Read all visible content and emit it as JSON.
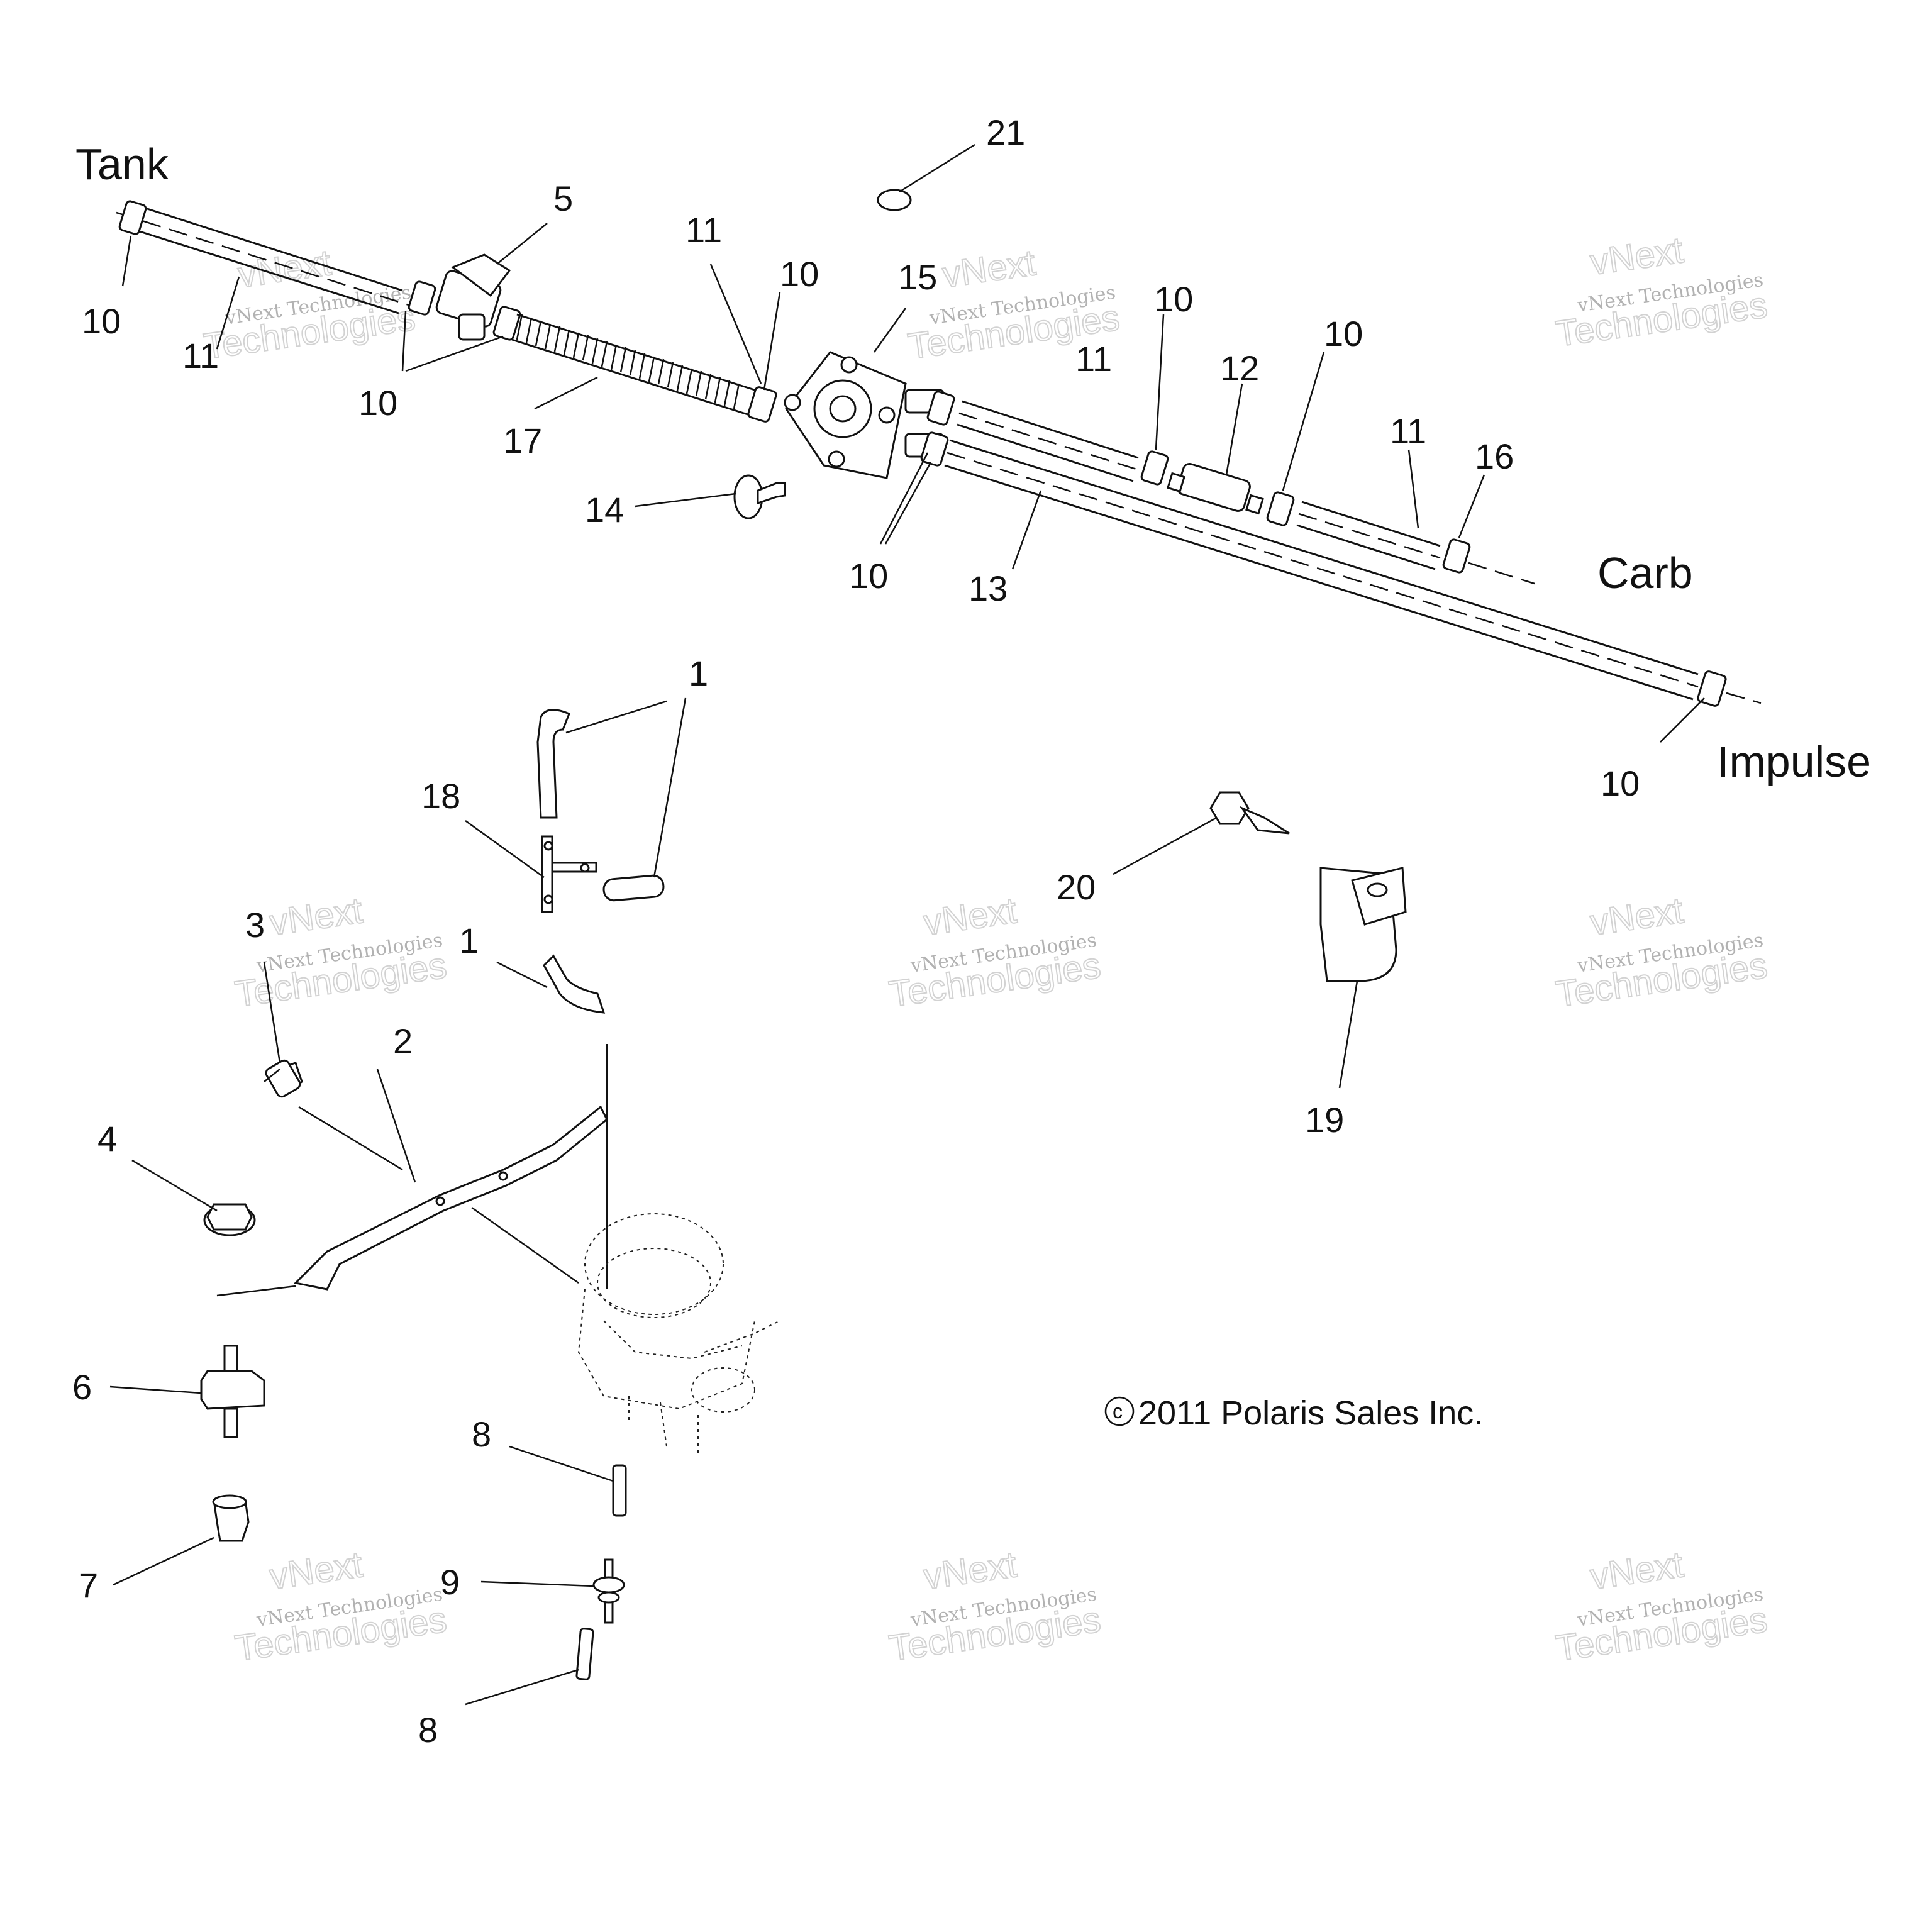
{
  "labels": {
    "tank": "Tank",
    "carb": "Carb",
    "impulse": "Impulse",
    "copyright": "2011 Polaris Sales Inc.",
    "copyright_symbol": "c"
  },
  "callouts": {
    "n21": "21",
    "n5": "5",
    "n11_a": "11",
    "n10_b": "10",
    "n15": "15",
    "n10_c": "10",
    "n12": "12",
    "n10_d": "10",
    "n11_c": "11",
    "n16": "16",
    "n10_a": "10",
    "n11_a2": "11",
    "n10_e": "10",
    "n17": "17",
    "n11_b": "11",
    "n14": "14",
    "n10_f": "10",
    "n13": "13",
    "n1_a": "1",
    "n18": "18",
    "n10_g": "10",
    "n20": "20",
    "n3": "3",
    "n1_b": "1",
    "n2": "2",
    "n4": "4",
    "n19": "19",
    "n6": "6",
    "n8_a": "8",
    "n7": "7",
    "n9": "9",
    "n8_b": "8"
  },
  "watermark": {
    "line1": "vNext Technologies",
    "line2": "Technologies",
    "line0": "vNext"
  }
}
